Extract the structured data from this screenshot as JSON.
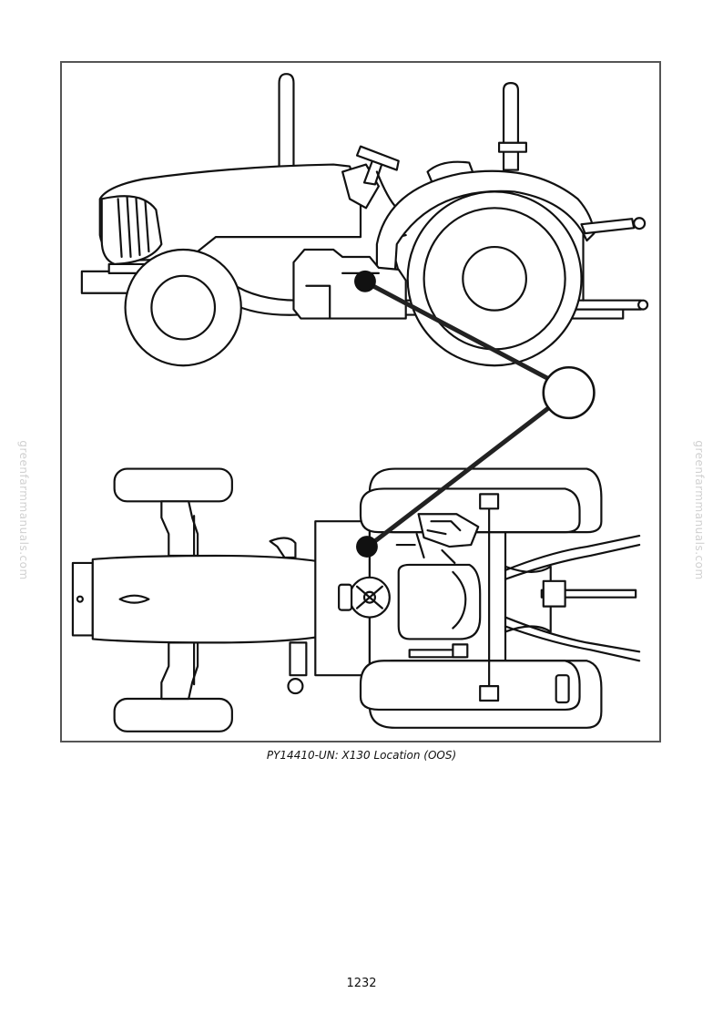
{
  "figure": {
    "caption": "PY14410-UN: X130 Location (OOS)",
    "stroke_color": "#111111",
    "frame_color": "#555555"
  },
  "watermark": {
    "text": "greenfarmmanuals.com",
    "color": "#d0d0d0"
  },
  "page": {
    "number": "1232"
  }
}
